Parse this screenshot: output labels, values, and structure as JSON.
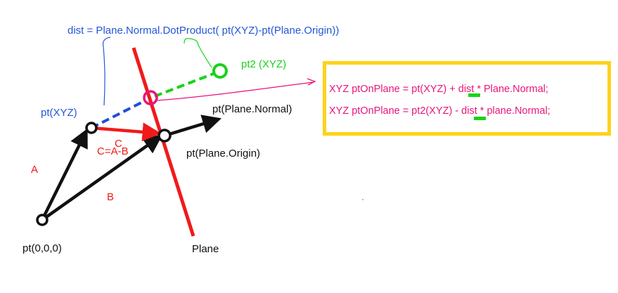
{
  "colors": {
    "blue_text": "#2356d8",
    "green": "#19d219",
    "red": "#f01a1a",
    "magenta": "#e8157a",
    "black": "#111111",
    "box_yellow": "#ffd21a",
    "dashed_blue": "#1e4fd8"
  },
  "header": {
    "equation": "dist =  Plane.Normal.DotProduct(  pt(XYZ)-pt(Plane.Origin))"
  },
  "labels": {
    "pt2": "pt2 (XYZ)",
    "pt_xyz": "pt(XYZ)",
    "pt_plane_normal": "pt(Plane.Normal)",
    "pt_plane_origin": "pt(Plane.Origin)",
    "c_letter": "C",
    "c_formula": "C=A-B",
    "a": "A",
    "b": "B",
    "pt_origin": "pt(0,0,0)",
    "plane": "Plane"
  },
  "formula_box": {
    "line1": "XYZ ptOnPlane = pt(XYZ) + dist * Plane.Normal;",
    "line2": "XYZ ptOnPlane = pt2(XYZ) - dist * plane.Normal;"
  }
}
